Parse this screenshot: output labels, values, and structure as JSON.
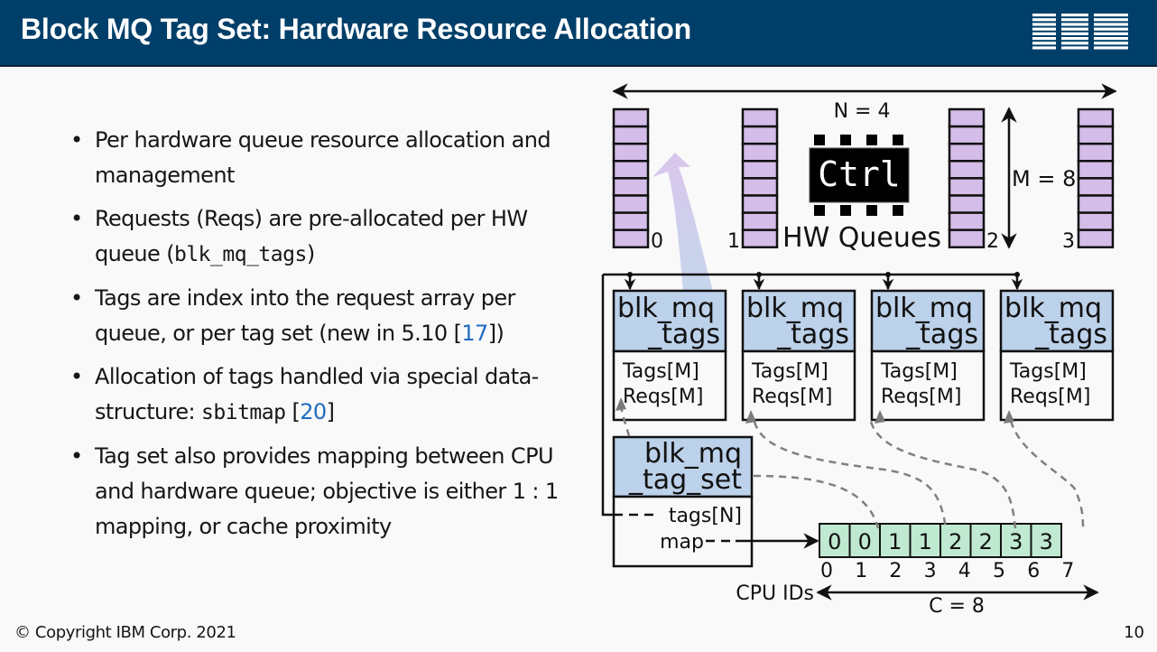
{
  "header": {
    "title": "Block MQ Tag Set: Hardware Resource Allocation",
    "logo": "IBM"
  },
  "bullets": [
    {
      "parts": [
        {
          "t": "Per hardware queue resource allocation and management",
          "k": "text"
        }
      ]
    },
    {
      "parts": [
        {
          "t": "Requests (Reqs) are pre-allocated per HW queue (",
          "k": "text"
        },
        {
          "t": "blk_mq_tags",
          "k": "mono"
        },
        {
          "t": ")",
          "k": "text"
        }
      ]
    },
    {
      "parts": [
        {
          "t": "Tags are index into the request array per queue, or per tag set (new in 5.10 [",
          "k": "text"
        },
        {
          "t": "17",
          "k": "ref"
        },
        {
          "t": "])",
          "k": "text"
        }
      ]
    },
    {
      "parts": [
        {
          "t": "Allocation of tags handled via special data-structure: ",
          "k": "text"
        },
        {
          "t": "sbitmap",
          "k": "mono"
        },
        {
          "t": " [",
          "k": "text"
        },
        {
          "t": "20",
          "k": "ref"
        },
        {
          "t": "]",
          "k": "text"
        }
      ]
    },
    {
      "parts": [
        {
          "t": "Tag set also provides mapping between CPU and hardware queue; objective is either 1 : 1 mapping, or cache proximity",
          "k": "text"
        }
      ]
    }
  ],
  "bullet_symbol": "•",
  "diagram": {
    "n_label": "N = 4",
    "m_label": "M = 8",
    "ctrl_label": "Ctrl",
    "hw_queues_label": "HW Queues",
    "queue_ids": [
      "0",
      "1",
      "2",
      "3"
    ],
    "slots_per_queue": 8,
    "tags_boxes": [
      {
        "title_line1": "blk_mq",
        "title_line2": "_tags",
        "line1": "Tags[M]",
        "line2": "Reqs[M]"
      },
      {
        "title_line1": "blk_mq",
        "title_line2": "_tags",
        "line1": "Tags[M]",
        "line2": "Reqs[M]"
      },
      {
        "title_line1": "blk_mq",
        "title_line2": "_tags",
        "line1": "Tags[M]",
        "line2": "Reqs[M]"
      },
      {
        "title_line1": "blk_mq",
        "title_line2": "_tags",
        "line1": "Tags[M]",
        "line2": "Reqs[M]"
      }
    ],
    "tag_set": {
      "title_line1": "blk_mq",
      "title_line2": "_tag_set",
      "field1": "tags[N]",
      "field2": "map"
    },
    "map_values": [
      "0",
      "0",
      "1",
      "1",
      "2",
      "2",
      "3",
      "3"
    ],
    "cpu_ids": [
      "0",
      "1",
      "2",
      "3",
      "4",
      "5",
      "6",
      "7"
    ],
    "cpu_ids_label": "CPU IDs",
    "c_label": "C = 8",
    "colors": {
      "queue_slot": "#d4bde9",
      "tags_header": "#bcd1ea",
      "map_cell": "#bfe9d1",
      "arc": "#b6bde9",
      "dashed": "#808080"
    }
  },
  "footer": {
    "copyright": "© Copyright IBM Corp. 2021",
    "page_number": "10"
  }
}
